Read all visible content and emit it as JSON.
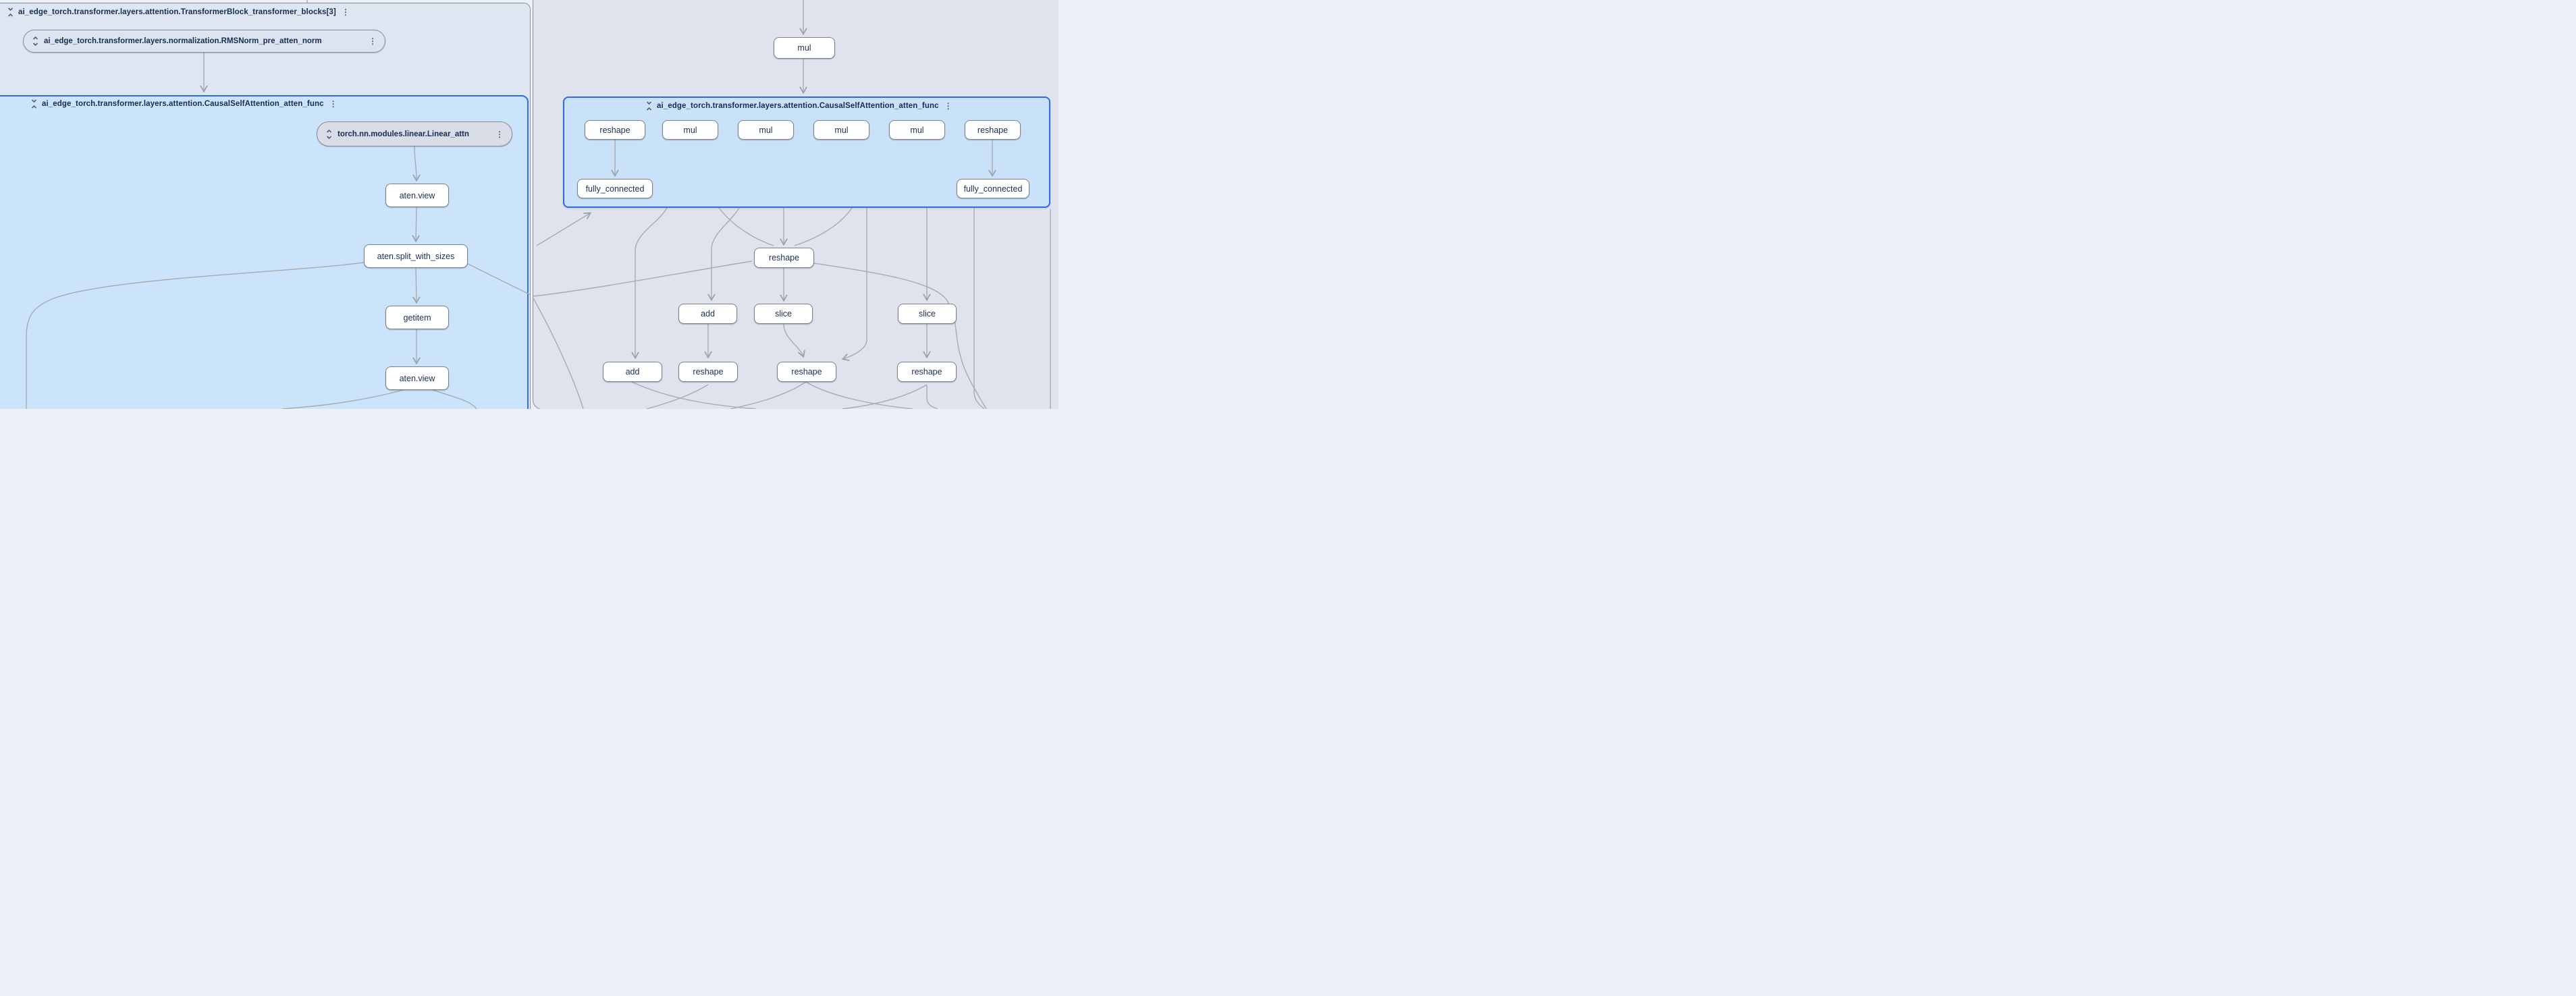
{
  "app": "model-graph-visualizer",
  "colors": {
    "selection_accent": "#2e6ddf",
    "group_left_bg": "#dee6f2",
    "group_selected_bg": "#cbe3fb",
    "group_right_bg": "#e0e3ed",
    "node_bg": "#ffffff",
    "node_border": "#7d828a",
    "edge": "#a7aab1",
    "header_text": "#182b52",
    "node_text": "#1c2d52",
    "canvas_bg": "#edf0f7"
  },
  "icons": {
    "collapse": "unfold-less-icon",
    "expand": "unfold-more-icon",
    "menu": "kebab-menu-icon"
  },
  "left_pane": {
    "transformer_block": {
      "title": "ai_edge_torch.transformer.layers.attention.TransformerBlock_transformer_blocks[3]",
      "menu": "⋮"
    },
    "rms_norm": {
      "label": "ai_edge_torch.transformer.layers.normalization.RMSNorm_pre_atten_norm",
      "menu": "⋮"
    },
    "causal_attention": {
      "title": "ai_edge_torch.transformer.layers.attention.CausalSelfAttention_atten_func",
      "menu": "⋮"
    },
    "linear": {
      "label": "torch.nn.modules.linear.Linear_attn",
      "menu": "⋮"
    },
    "nodes": {
      "view1": "aten.view",
      "split": "aten.split_with_sizes",
      "getitem": "getitem",
      "view2": "aten.view"
    }
  },
  "right_pane": {
    "mul_top": "mul",
    "causal_attention": {
      "title": "ai_edge_torch.transformer.layers.attention.CausalSelfAttention_atten_func",
      "menu": "⋮",
      "row1": [
        "reshape",
        "mul",
        "mul",
        "mul",
        "mul",
        "reshape"
      ],
      "row2": [
        "fully_connected",
        "fully_connected"
      ]
    },
    "nodes": {
      "reshape_mid": "reshape",
      "add_top": "add",
      "slice_a": "slice",
      "slice_b": "slice",
      "add_bottom": "add",
      "reshape_b1": "reshape",
      "reshape_b2": "reshape",
      "reshape_b3": "reshape"
    }
  }
}
